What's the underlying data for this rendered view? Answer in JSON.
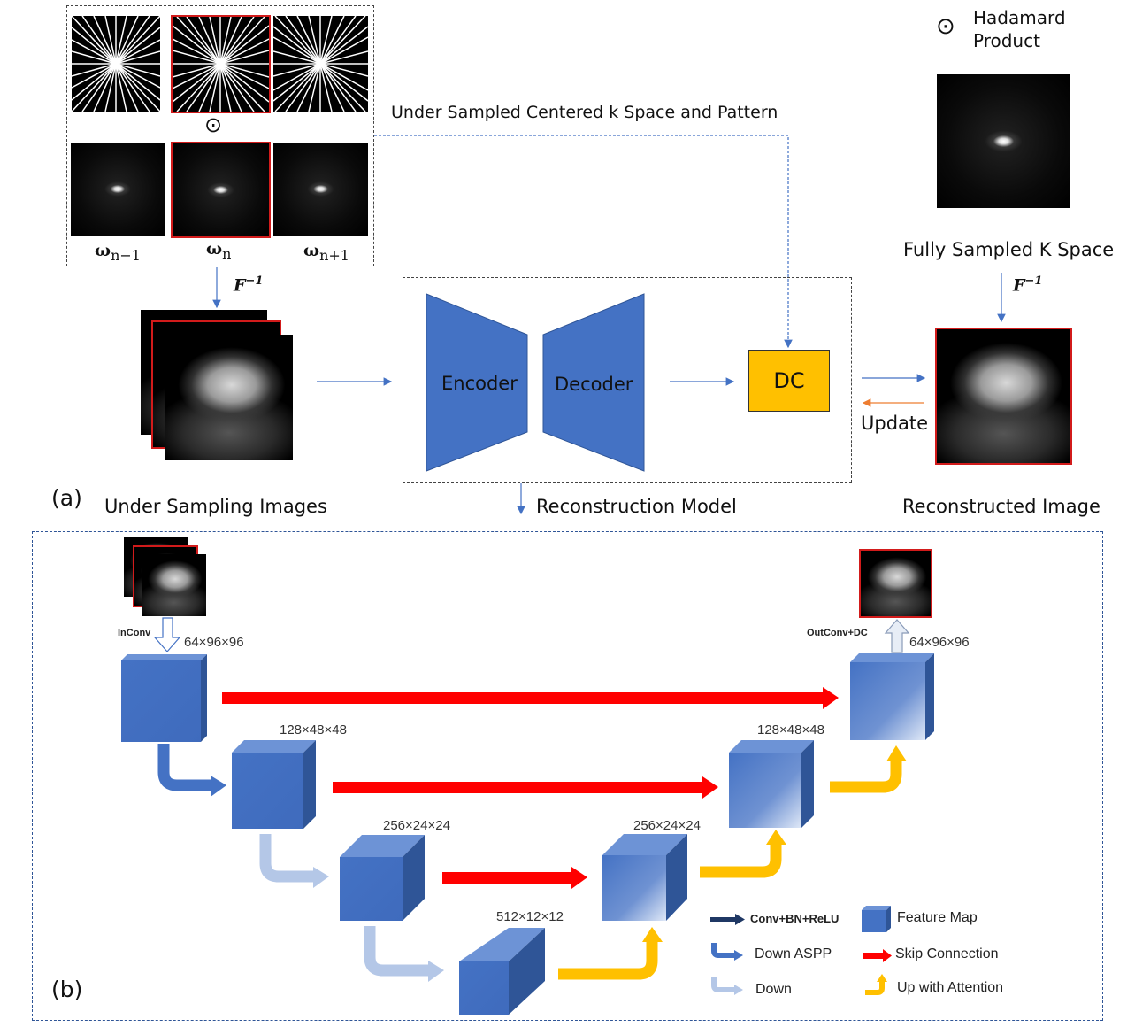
{
  "legend_top": {
    "symbol": "⊙",
    "text_line1": "Hadamard",
    "text_line2": "Product"
  },
  "panel_a": {
    "tag": "(a)",
    "omega_labels": [
      {
        "base": "ω",
        "sub": "n−1"
      },
      {
        "base": "ω",
        "sub": "n"
      },
      {
        "base": "ω",
        "sub": "n+1"
      }
    ],
    "hadamard_symbol": "⊙",
    "undersampled_label": "Under Sampled Centered k Space and Pattern",
    "finv_left": {
      "base": "F",
      "sup": "−1"
    },
    "finv_right": {
      "base": "F",
      "sup": "−1"
    },
    "fully_sampled_label": "Fully Sampled K Space",
    "encoder_label": "Encoder",
    "decoder_label": "Decoder",
    "dc_label": "DC",
    "update_label": "Update",
    "under_sampling_images_label": "Under Sampling Images",
    "reconstruction_model_label": "Reconstruction Model",
    "reconstructed_image_label": "Reconstructed Image"
  },
  "panel_b": {
    "tag": "(b)",
    "inconv_label": "InConv",
    "outconv_label": "OutConv+DC",
    "dims": {
      "enc1": "64×96×96",
      "enc2": "128×48×48",
      "enc3": "256×24×24",
      "bottleneck": "512×12×12",
      "dec3": "256×24×24",
      "dec2": "128×48×48",
      "dec1": "64×96×96"
    },
    "legend": [
      {
        "key": "conv",
        "label": "Conv+BN+ReLU"
      },
      {
        "key": "feature",
        "label": "Feature Map"
      },
      {
        "key": "down_aspp",
        "label": "Down ASPP"
      },
      {
        "key": "skip",
        "label": "Skip Connection"
      },
      {
        "key": "down",
        "label": "Down"
      },
      {
        "key": "up_attention",
        "label": "Up with Attention"
      }
    ]
  },
  "colors": {
    "blue": "#4472c4",
    "dark_navy": "#1f3864",
    "light_blue": "#b4c7e7",
    "red_arrow": "#ff0000",
    "gold": "#ffc000",
    "dc_fill": "#ffc000",
    "border_red": "#d21b1b",
    "dashed_blue": "#4472c4"
  }
}
